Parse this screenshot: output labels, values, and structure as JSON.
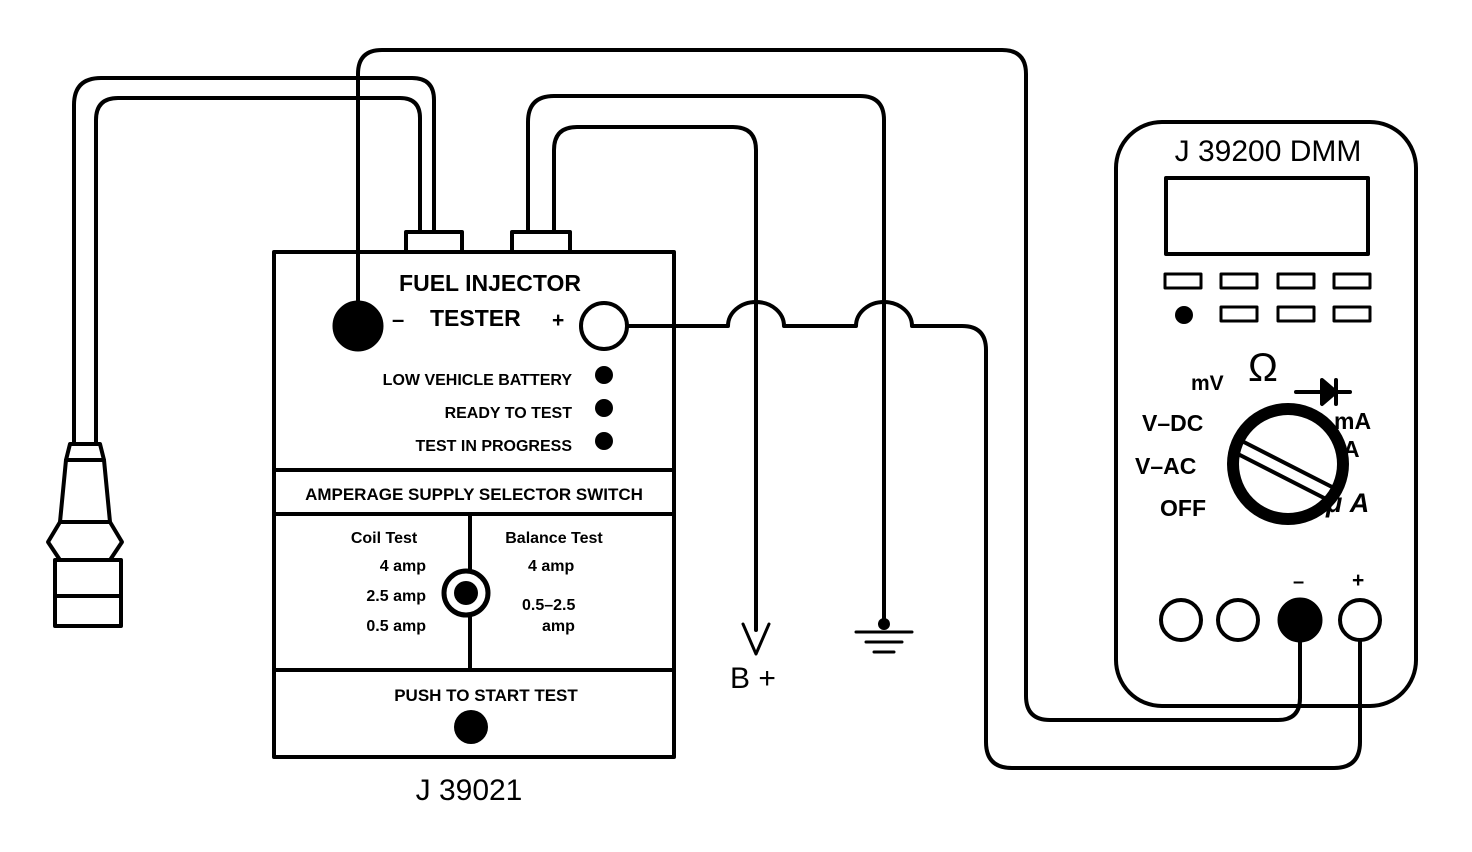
{
  "tester": {
    "title_line1": "FUEL INJECTOR",
    "title_line2": "TESTER",
    "minus_sign": "–",
    "plus_sign": "+",
    "indicators": [
      {
        "label": "LOW VEHICLE BATTERY"
      },
      {
        "label": "READY TO TEST"
      },
      {
        "label": "TEST IN PROGRESS"
      }
    ],
    "selector_heading": "AMPERAGE SUPPLY SELECTOR SWITCH",
    "coil_test": {
      "heading": "Coil Test",
      "options": [
        "4 amp",
        "2.5 amp",
        "0.5 amp"
      ]
    },
    "balance_test": {
      "heading": "Balance Test",
      "option_1": "4 amp",
      "option_2_line1": "0.5–2.5",
      "option_2_line2": "amp"
    },
    "push_button_label": "PUSH TO START TEST",
    "part_number": "J 39021"
  },
  "battery_label": "B +",
  "dmm": {
    "title": "J 39200 DMM",
    "dial": {
      "mv": "mV",
      "ohm": "Ω",
      "vdc": "V–DC",
      "vac": "V–AC",
      "off": "OFF",
      "ma": "mA",
      "a": "A",
      "micro_a": "μ A"
    },
    "minus_sign": "–",
    "plus_sign": "+"
  }
}
